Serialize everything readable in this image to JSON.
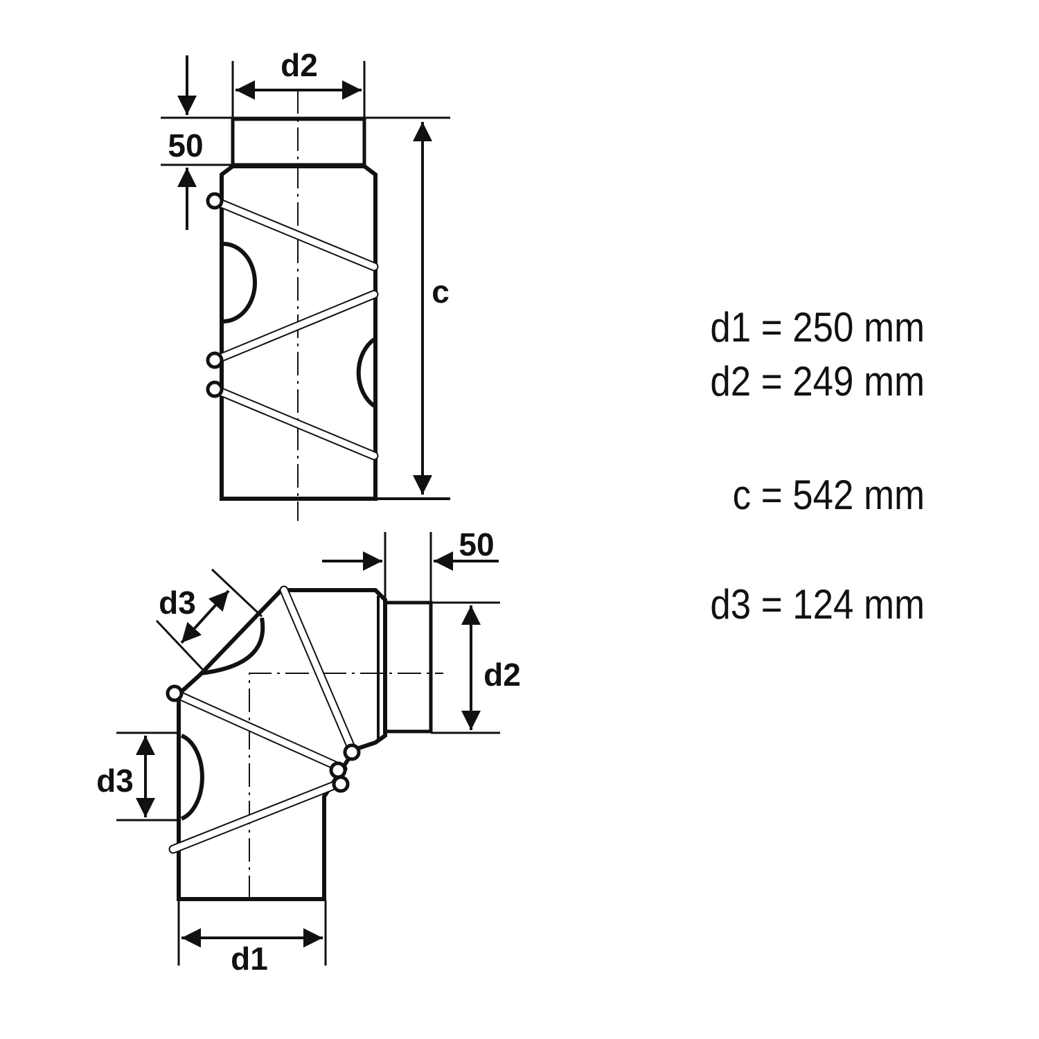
{
  "drawing_labels": {
    "top_collar": "50",
    "top_diameter": "d2",
    "top_length": "c",
    "elbow_collar": "50",
    "elbow_outlet_diameter": "d2",
    "elbow_side_opening_diagonal": "d3",
    "elbow_side_opening": "d3",
    "elbow_inlet_diameter": "d1"
  },
  "specs": [
    {
      "label": "d1",
      "value": "250 mm"
    },
    {
      "label": "d2",
      "value": "249 mm"
    },
    {
      "label": "c",
      "value": "542 mm"
    },
    {
      "label": "d3",
      "value": "124 mm"
    }
  ],
  "colors": {
    "line": "#111111",
    "background": "#ffffff"
  }
}
